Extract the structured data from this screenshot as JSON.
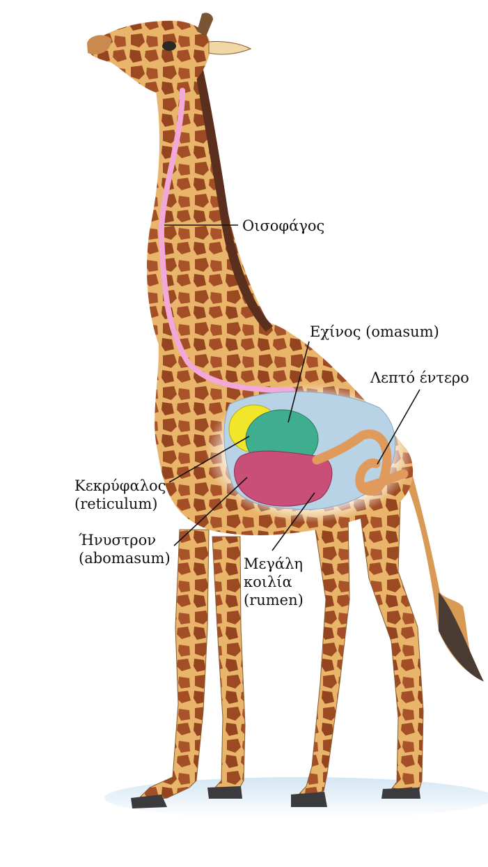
{
  "labels": {
    "esophagus": "Οισοφάγος",
    "omasum": "Εχίνος (omasum)",
    "small_intestine": "Λεπτό έντερο",
    "reticulum": [
      "Κεκρύφαλος",
      "(reticulum)"
    ],
    "abomasum": [
      "Ήνυστρον",
      "(abomasum)"
    ],
    "rumen": [
      "Μεγάλη",
      "κοιλία",
      "(rumen)"
    ]
  },
  "colors": {
    "esophagus": "#f2a8d8",
    "rumen": "#b9d3e6",
    "reticulum": "#f2e62a",
    "omasum": "#3fae8f",
    "abomasum": "#c94f78",
    "intestine": "#e09a5c",
    "giraffe_body": "#e9b56a",
    "giraffe_spots": "#9c4a22"
  }
}
